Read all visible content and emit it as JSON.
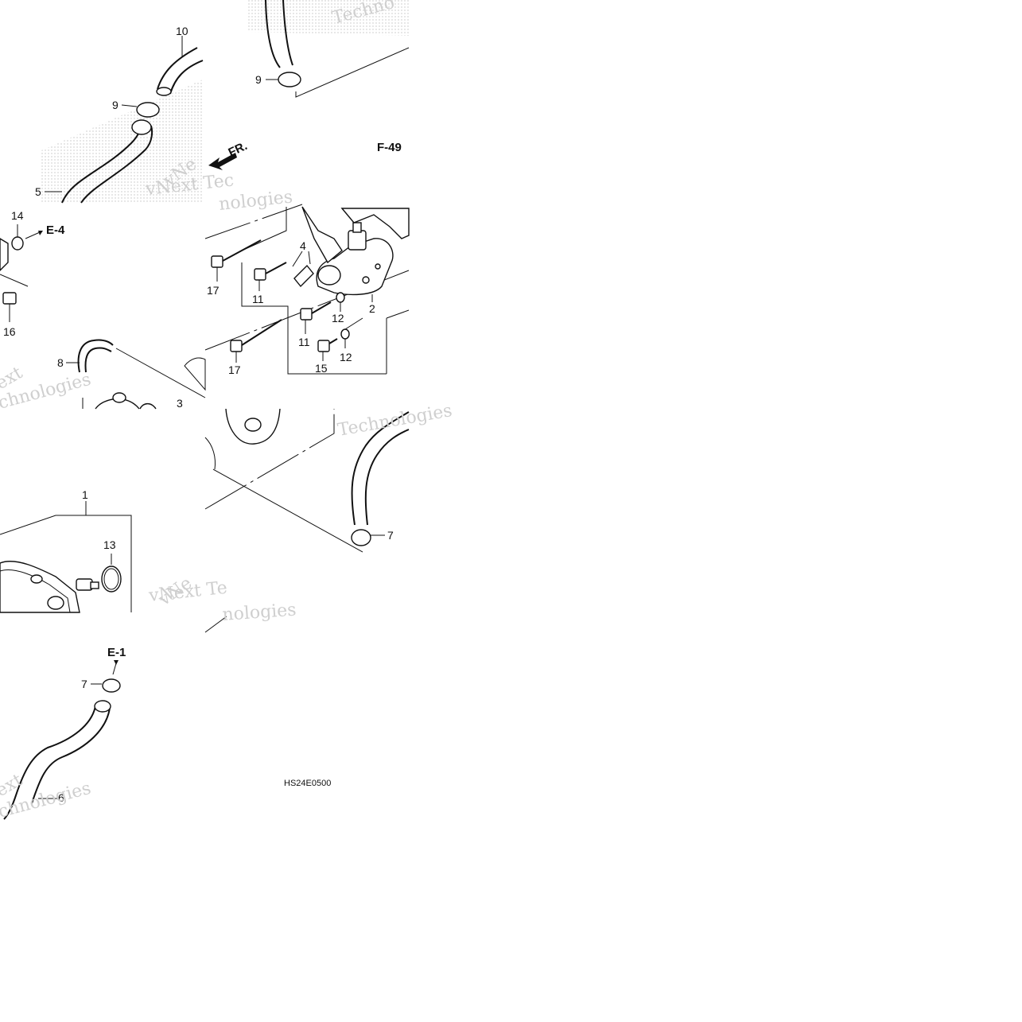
{
  "diagram_code": "HS24E0500",
  "direction_label": "FR.",
  "references": {
    "f49": "F-49",
    "e4": "E-4",
    "e1": "E-1"
  },
  "watermark": {
    "brand": "vNext Technologies",
    "fragments": [
      "vNext Tec",
      "vNe",
      "nologies",
      "Techno",
      "ext",
      "chnologies",
      "vNext Te",
      "vNe",
      "nologies",
      "ext",
      "chnologies",
      "Technologies"
    ]
  },
  "callouts": {
    "p10": "10",
    "p9a": "9",
    "p9b": "9",
    "p5": "5",
    "p14": "14",
    "p16": "16",
    "p8": "8",
    "p3": "3",
    "p17a": "17",
    "p17b": "17",
    "p11a": "11",
    "p11b": "11",
    "p4": "4",
    "p12a": "12",
    "p12b": "12",
    "p2": "2",
    "p15": "15",
    "p1": "1",
    "p13": "13",
    "p7a": "7",
    "p7b": "7",
    "p6": "6"
  }
}
